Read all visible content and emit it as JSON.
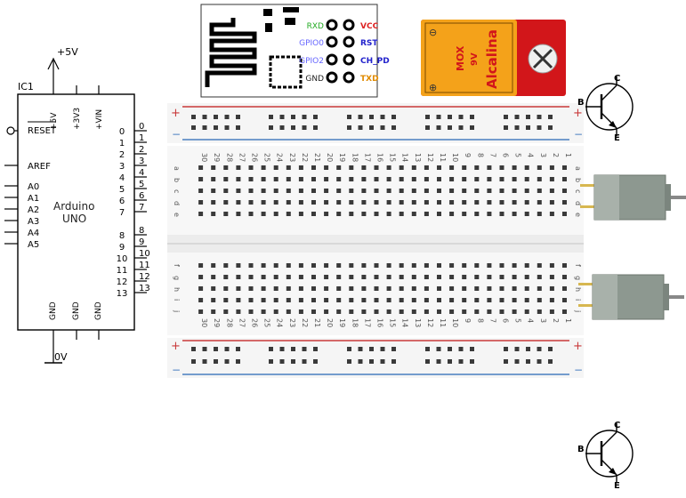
{
  "arduino": {
    "ref": "IC1",
    "name_line1": "Arduino",
    "name_line2": "UNO",
    "supply_label": "+5V",
    "ground_label": "0V",
    "top_pins": [
      "+5V",
      "+3V3",
      "+VIN"
    ],
    "reset_label": "RESET",
    "aref_label": "AREF",
    "analog_pins": [
      "A0",
      "A1",
      "A2",
      "A3",
      "A4",
      "A5"
    ],
    "digital_pins": [
      "0",
      "1",
      "2",
      "3",
      "4",
      "5",
      "6",
      "7",
      "8",
      "9",
      "10",
      "11",
      "12",
      "13"
    ],
    "gnd_pins": [
      "GND",
      "GND",
      "GND"
    ]
  },
  "esp_module": {
    "left_labels": [
      "RXD",
      "GPIO0",
      "GPIO2",
      "GND"
    ],
    "right_labels": [
      "VCC",
      "RST",
      "CH_PD",
      "TXD"
    ],
    "colors": {
      "RXD": "#22aa22",
      "GPIO0": "#6666ff",
      "GPIO2": "#6666ff",
      "GND": "#222222",
      "VCC": "#dd2222",
      "RST": "#2222cc",
      "CH_PD": "#2222cc",
      "TXD": "#e08a00"
    }
  },
  "battery": {
    "brand": "MOX",
    "voltage": "9V",
    "type": "Alcalina",
    "minus": "⊖",
    "plus": "⊕"
  },
  "breadboard": {
    "columns": [
      "1",
      "2",
      "3",
      "4",
      "5",
      "6",
      "7",
      "8",
      "9",
      "10",
      "11",
      "12",
      "13",
      "14",
      "15",
      "16",
      "17",
      "18",
      "19",
      "20",
      "21",
      "22",
      "23",
      "24",
      "25",
      "26",
      "27",
      "28",
      "29",
      "30"
    ],
    "rows_top": [
      "a",
      "b",
      "c",
      "d",
      "e"
    ],
    "rows_bottom": [
      "f",
      "g",
      "h",
      "i",
      "j"
    ],
    "rail_plus": "+",
    "rail_minus": "−"
  },
  "transistor": {
    "base": "B",
    "collector": "C",
    "emitter": "E"
  },
  "motor": {
    "count": 2
  },
  "colors": {
    "rail_red": "#c9393a",
    "rail_blue": "#4a7fc0",
    "board_bg": "#f7f7f7",
    "hole": "#3a3a3a",
    "battery_gold": "#f4a21a",
    "battery_red": "#d2161a",
    "motor_body": "#8d9890"
  }
}
